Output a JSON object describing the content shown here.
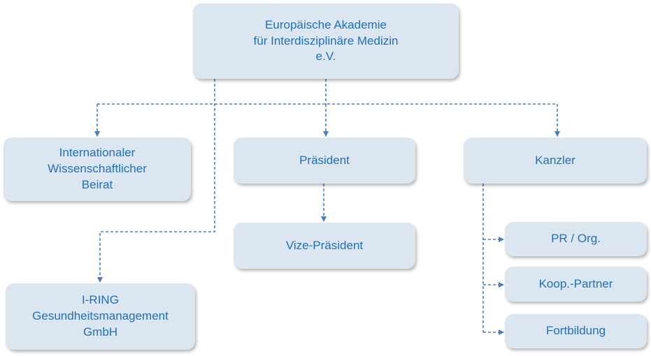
{
  "org_chart": {
    "colors": {
      "box_fill": "#dce6f1",
      "text": "#1f6fbf",
      "connector": "#4a7ebb"
    },
    "nodes": {
      "root": "Europäische  Akademie\nfür Interdisziplinäre Medizin\ne.V.",
      "beirat": "Internationaler\nWissenschaftlicher\nBeirat",
      "praesident": "Präsident",
      "kanzler": "Kanzler",
      "vize": "Vize-Präsident",
      "iring": "I-RING\nGesundheitsmanagement\nGmbH",
      "pr": "PR / Org.",
      "koop": "Koop.-Partner",
      "fortbildung": "Fortbildung"
    },
    "edges": [
      {
        "from": "root",
        "to": "beirat"
      },
      {
        "from": "root",
        "to": "praesident"
      },
      {
        "from": "root",
        "to": "kanzler"
      },
      {
        "from": "root",
        "to": "iring"
      },
      {
        "from": "praesident",
        "to": "vize"
      },
      {
        "from": "kanzler",
        "to": "pr"
      },
      {
        "from": "kanzler",
        "to": "koop"
      },
      {
        "from": "kanzler",
        "to": "fortbildung"
      }
    ]
  }
}
